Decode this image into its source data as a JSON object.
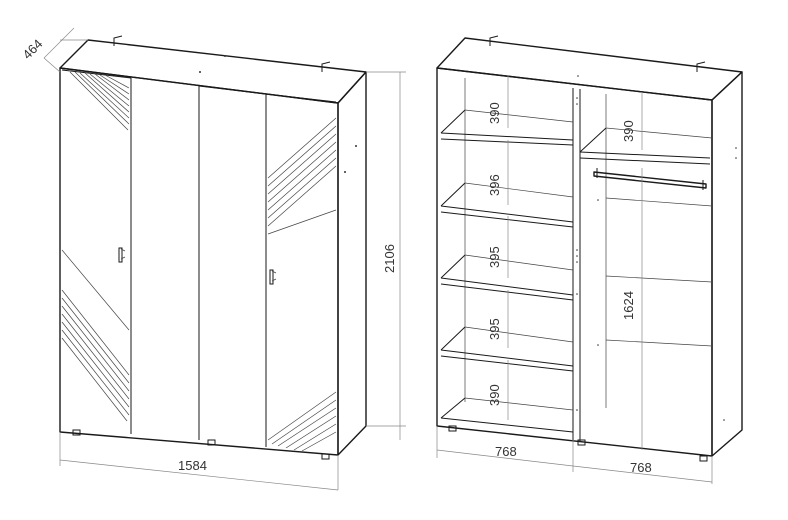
{
  "dimensions": {
    "depth": "464",
    "height": "2106",
    "width_total": "1584",
    "width_left_section": "768",
    "width_right_section": "768",
    "shelf_gap_1": "390",
    "shelf_gap_2": "396",
    "shelf_gap_3": "395",
    "shelf_gap_4": "395",
    "shelf_gap_5": "390",
    "right_top_gap": "390",
    "hanging_height": "1624"
  }
}
